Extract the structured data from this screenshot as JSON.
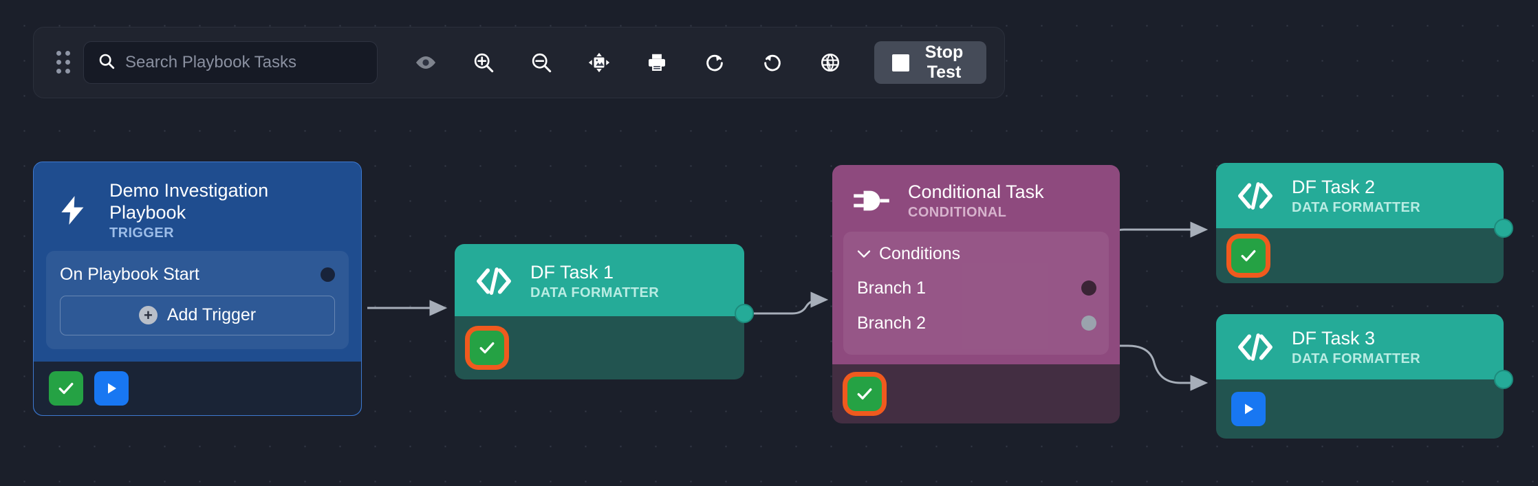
{
  "toolbar": {
    "drag_handle": "drag-handle",
    "search": {
      "placeholder": "Search Playbook Tasks",
      "value": "",
      "icon": "search-icon"
    },
    "buttons": [
      {
        "name": "visibility-toggle",
        "icon": "eye-icon",
        "label": "Toggle Visibility"
      },
      {
        "name": "zoom-in",
        "icon": "zoom-in-icon",
        "label": "Zoom In"
      },
      {
        "name": "zoom-out",
        "icon": "zoom-out-icon",
        "label": "Zoom Out"
      },
      {
        "name": "fit-to-screen",
        "icon": "fit-screen-icon",
        "label": "Fit To Screen"
      },
      {
        "name": "print",
        "icon": "print-icon",
        "label": "Print"
      },
      {
        "name": "redo",
        "icon": "redo-icon",
        "label": "Redo"
      },
      {
        "name": "undo",
        "icon": "undo-icon",
        "label": "Undo"
      },
      {
        "name": "globe",
        "icon": "globe-icon",
        "label": "Global"
      }
    ],
    "stop_test": {
      "label": "Stop Test",
      "icon": "stop-square-icon"
    }
  },
  "nodes": {
    "trigger": {
      "icon": "lightning-bolt-icon",
      "title": "Demo Investigation Playbook",
      "subtitle": "TRIGGER",
      "trigger_row_label": "On Playbook Start",
      "add_trigger_label": "Add Trigger",
      "add_trigger_icon": "plus-circle-icon",
      "status_badges": [
        {
          "name": "status-check",
          "icon": "check-icon",
          "highlighted": false
        },
        {
          "name": "run-play",
          "icon": "play-icon",
          "highlighted": false
        }
      ],
      "color": "#1f4d8f"
    },
    "df1": {
      "icon": "code-icon",
      "title": "DF Task 1",
      "subtitle": "DATA FORMATTER",
      "status_badges": [
        {
          "name": "status-check",
          "icon": "check-icon",
          "highlighted": true
        }
      ],
      "color": "#25ab98"
    },
    "conditional": {
      "icon": "logic-gate-icon",
      "title": "Conditional Task",
      "subtitle": "CONDITIONAL",
      "conditions_label": "Conditions",
      "conditions_expanded": true,
      "branches": [
        {
          "label": "Branch 1",
          "dot_color": "#3a2435"
        },
        {
          "label": "Branch 2",
          "dot_color": "#9aa3ad"
        }
      ],
      "status_badges": [
        {
          "name": "status-check",
          "icon": "check-icon",
          "highlighted": true
        }
      ],
      "color": "#8e4a7e"
    },
    "df2": {
      "icon": "code-icon",
      "title": "DF Task 2",
      "subtitle": "DATA FORMATTER",
      "status_badges": [
        {
          "name": "status-check",
          "icon": "check-icon",
          "highlighted": true
        }
      ],
      "color": "#25ab98"
    },
    "df3": {
      "icon": "code-icon",
      "title": "DF Task 3",
      "subtitle": "DATA FORMATTER",
      "status_badges": [
        {
          "name": "run-play",
          "icon": "play-icon",
          "highlighted": false
        }
      ],
      "color": "#25ab98"
    }
  },
  "theme": {
    "canvas_bg": "#1b1f2a",
    "toolbar_bg": "#20242f",
    "edge_color": "#aeb4bf",
    "highlight_ring": "#f05a1e",
    "check_green": "#25a244",
    "play_blue": "#1877f2"
  }
}
